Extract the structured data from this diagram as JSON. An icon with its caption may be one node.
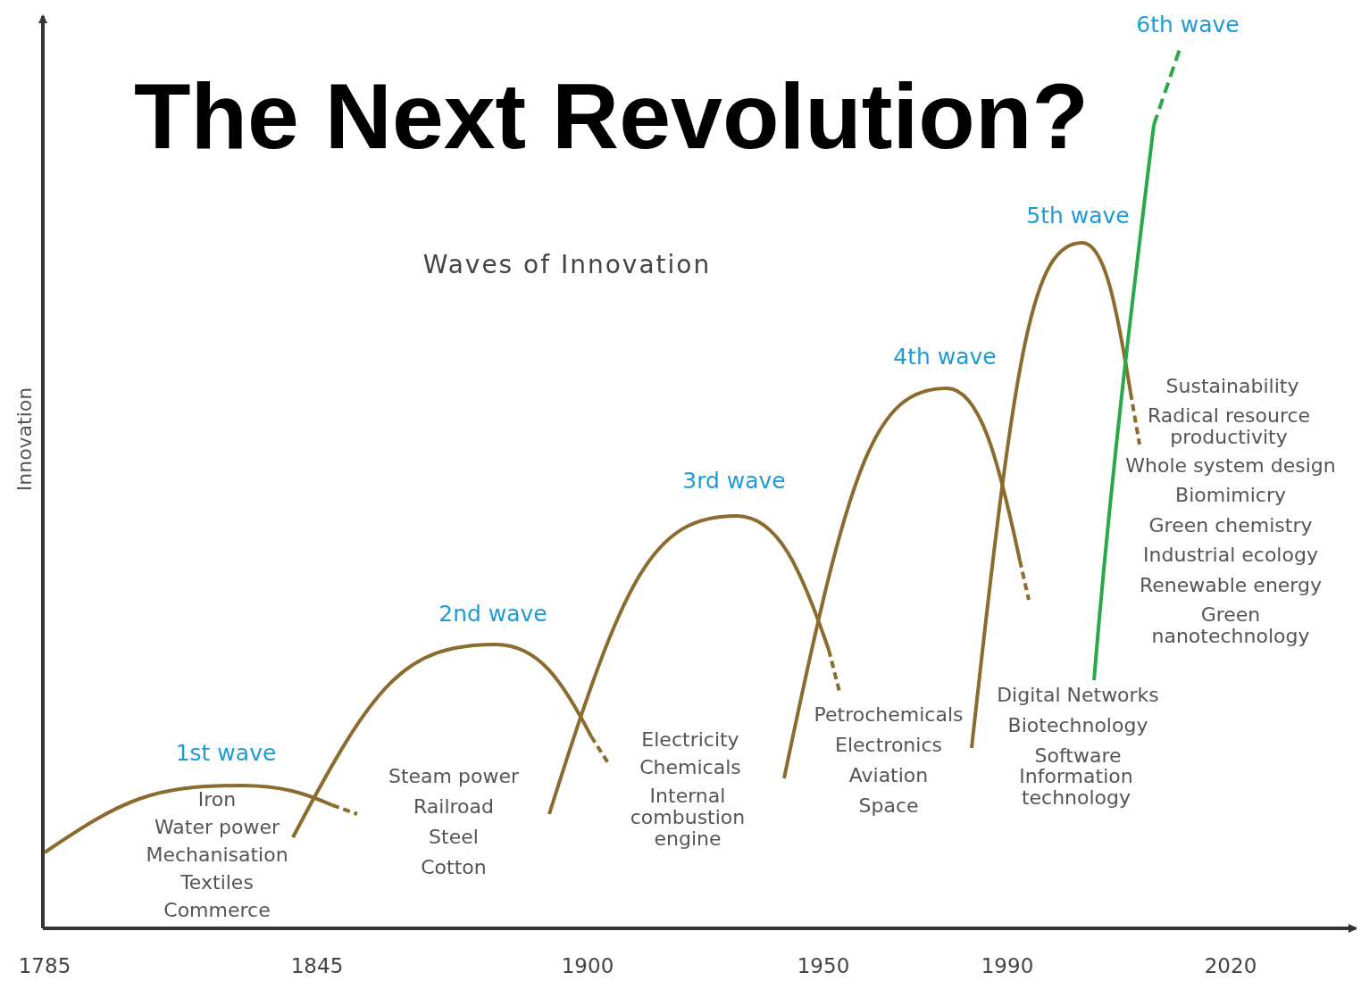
{
  "diagram": {
    "title": "The Next Revolution?",
    "labels": [
      "Waves of Innovation",
      "Innovation",
      "1st wave",
      "Iron",
      "Water power",
      "Mechanisation",
      "Textiles",
      "Commerce",
      "2nd wave",
      "Steam power",
      "Railroad",
      "Steel",
      "Cotton",
      "3rd wave",
      "Electricity",
      "Chemicals",
      "Internal combustion engine",
      "4th wave",
      "Petrochemicals",
      "Electronics",
      "Aviation",
      "Space",
      "5th wave",
      "Digital Networks",
      "Biotechnology",
      "Software",
      "Information technology",
      "6th wave",
      "Sustainability",
      "Radical resource productivity",
      "Whole system design",
      "Biomimicry",
      "Green chemistry",
      "Industrial ecology",
      "Renewable energy",
      "Green nanotechnology",
      "1785",
      "1845",
      "1900",
      "1950",
      "1990",
      "2020"
    ]
  }
}
